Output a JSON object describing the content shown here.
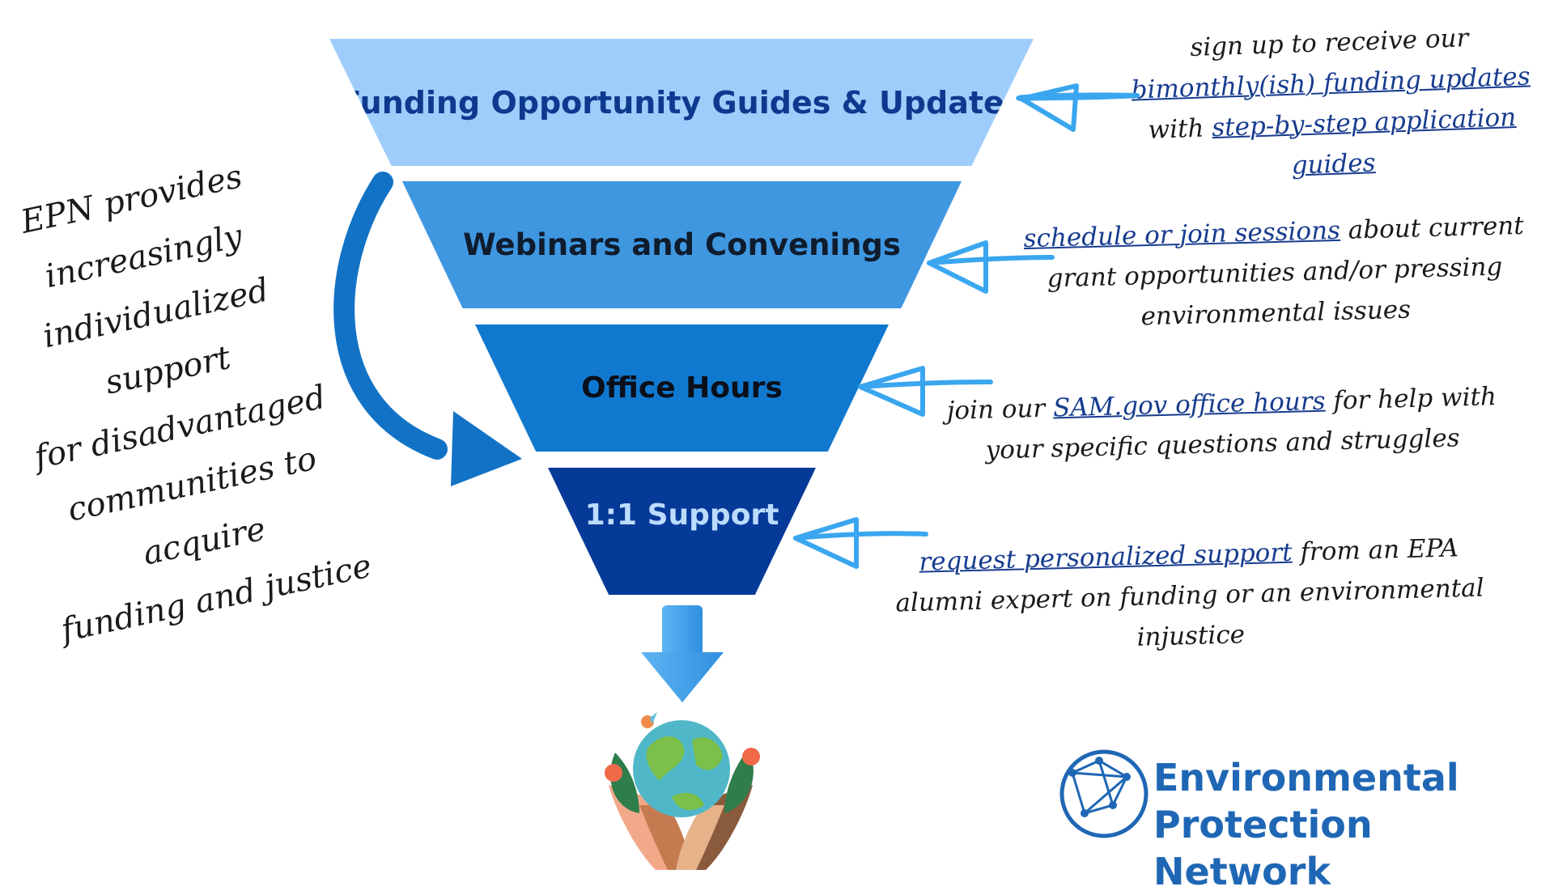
{
  "funnel": {
    "tier1": "Funding Opportunity Guides & Updates",
    "tier2": "Webinars and Convenings",
    "tier3": "Office Hours",
    "tier4": "1:1 Support"
  },
  "left_note": {
    "line1": "EPN provides",
    "line2": "increasingly",
    "line3": "individualized support",
    "line4": "for disadvantaged",
    "line5": "communities to acquire",
    "line6": "funding and justice"
  },
  "notes": {
    "note1": {
      "t1": "sign up to receive our ",
      "l1": "bimonthly(ish) funding updates",
      "t2": " with ",
      "l2": "step-by-step application guides"
    },
    "note2": {
      "l1": "schedule or join sessions",
      "t1": " about current grant opportunities and/or pressing environmental issues"
    },
    "note3": {
      "t1": "join our ",
      "l1": "SAM.gov office hours",
      "t2": " for help with your specific questions and struggles"
    },
    "note4": {
      "l1": "request personalized support",
      "t1": " from an EPA alumni expert on funding or an environmental injustice"
    }
  },
  "logo": {
    "line1": "Environmental",
    "line2": "Protection Network"
  },
  "colors": {
    "tier1": "#9fcdfb",
    "tier2": "#3f97e0",
    "tier3": "#1079cf",
    "tier4": "#063a98",
    "pointer_arrows": "#3aa6ef",
    "curved_arrow": "#1273c6",
    "brand": "#1f67b5"
  },
  "icons": [
    "funnel-down-arrow-icon",
    "earth-hands-icon",
    "network-globe-icon",
    "curved-arrow-icon",
    "pointer-arrow-icon"
  ]
}
